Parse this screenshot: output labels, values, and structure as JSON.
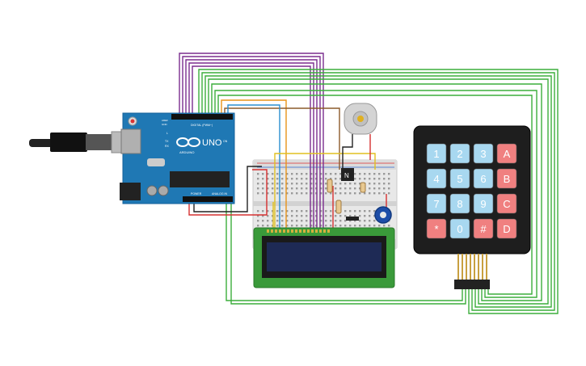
{
  "arduino": {
    "brand": "ARDUINO",
    "model": "UNO",
    "header_digital": "DIGITAL (PWM~)",
    "header_power": "POWER",
    "header_analog": "ANALOG IN",
    "label_tx": "TX",
    "label_rx": "RX",
    "label_l": "L",
    "label_on": "ON",
    "label_aref": "AREF",
    "label_gnd": "GND"
  },
  "transistor": {
    "label": "N"
  },
  "keypad": {
    "keys": [
      [
        "1",
        "2",
        "3",
        "A"
      ],
      [
        "4",
        "5",
        "6",
        "B"
      ],
      [
        "7",
        "8",
        "9",
        "C"
      ],
      [
        "*",
        "0",
        "#",
        "D"
      ]
    ]
  },
  "colors": {
    "wire_purple": "#7b2d8e",
    "wire_green": "#3cae3c",
    "wire_orange": "#e8941a",
    "wire_brown": "#8b5a2b",
    "wire_blue": "#2a8fd0",
    "wire_red": "#d63030",
    "wire_black": "#222222",
    "wire_yellow": "#e0c020",
    "arduino_blue": "#1f78b4",
    "key_blue": "#a8d8f0",
    "key_red": "#f08080",
    "lcd_screen": "#1e2a55",
    "lcd_board": "#3a9a3a"
  }
}
